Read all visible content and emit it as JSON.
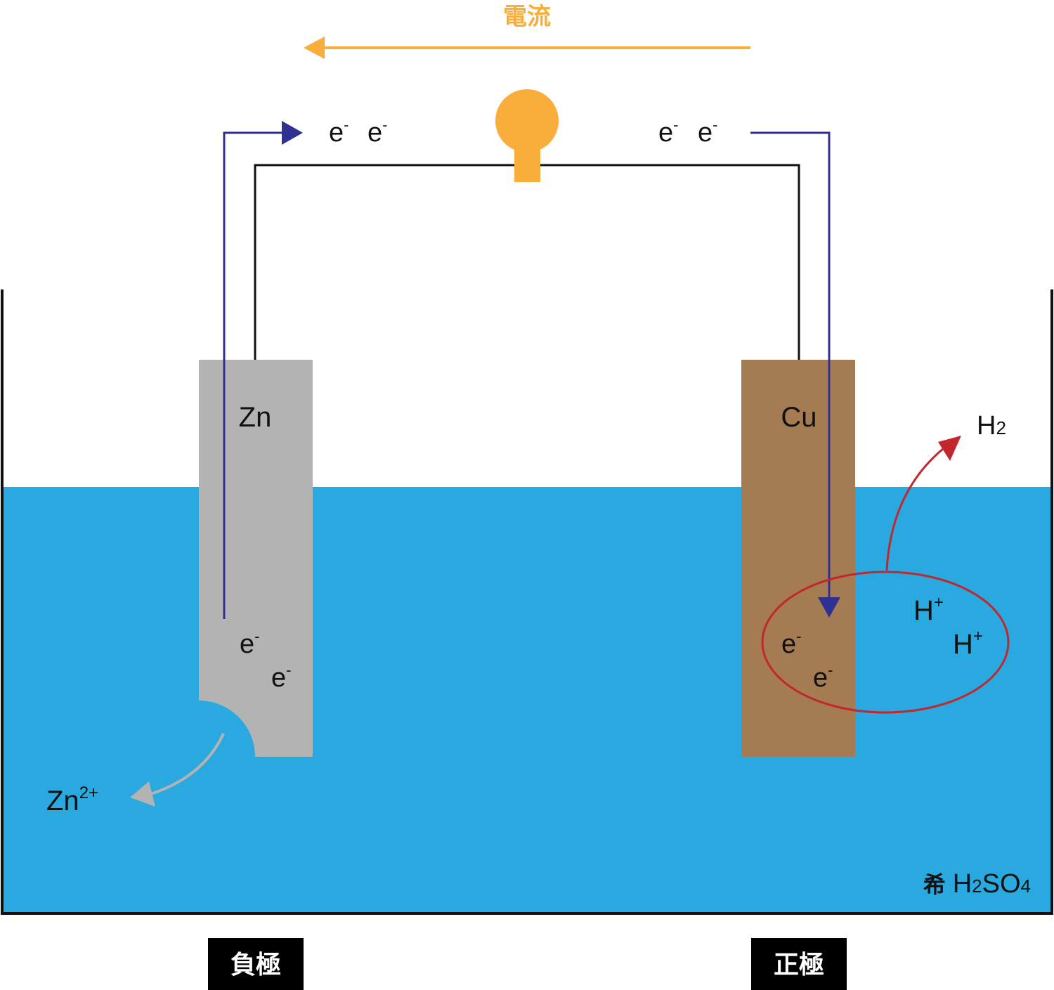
{
  "current": {
    "label": "電流"
  },
  "electron": {
    "label": "e",
    "charge": "-"
  },
  "zinc": {
    "symbol": "Zn",
    "ion_base": "Zn",
    "ion_charge": "2+",
    "electrode_label": "負極"
  },
  "copper": {
    "symbol": "Cu",
    "electrode_label": "正極"
  },
  "hydrogen": {
    "ion_base": "H",
    "ion_charge": "+",
    "gas_base": "H",
    "gas_sub": "2"
  },
  "electrolyte": {
    "prefix": "希",
    "h": "H",
    "h_sub": "2",
    "so": "SO",
    "o_sub": "4"
  },
  "colors": {
    "solution": "#29a9e0",
    "zinc": "#b3b3b3",
    "copper": "#a57c52",
    "current": "#f9ae3b",
    "electron_flow": "#2e3192",
    "reaction": "#c1272d",
    "zinc_ion_arrow": "#b3b3b3",
    "wire": "#111111"
  }
}
